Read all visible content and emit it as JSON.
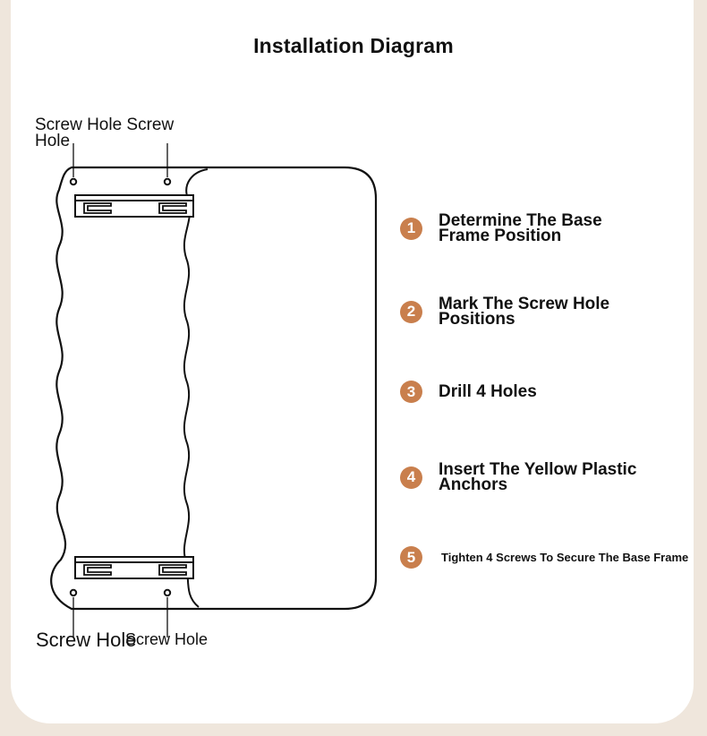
{
  "title": "Installation Diagram",
  "labels": {
    "top": "Screw Hole Screw Hole",
    "bottom_left": "Screw Hole",
    "bottom_right": "Screw Hole"
  },
  "steps": [
    {
      "num": "1",
      "text": "Determine The Base Frame Position"
    },
    {
      "num": "2",
      "text": "Mark The Screw Hole Positions"
    },
    {
      "num": "3",
      "text": "Drill 4 Holes"
    },
    {
      "num": "4",
      "text": "Insert The Yellow Plastic Anchors"
    },
    {
      "num": "5",
      "text": "Tighten 4 Screws To Secure The Base Frame"
    }
  ],
  "colors": {
    "accent": "#c97f4d",
    "background": "#efe6dc"
  }
}
